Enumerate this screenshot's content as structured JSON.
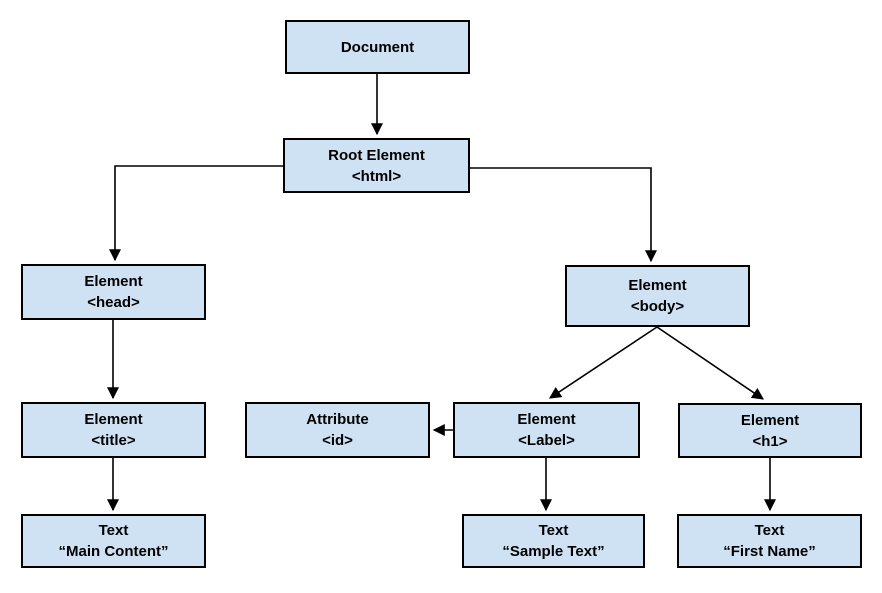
{
  "diagram": {
    "description": "DOM tree diagram",
    "colors": {
      "box_fill": "#cfe2f3",
      "box_border": "#000000",
      "arrow": "#000000",
      "background": "#ffffff",
      "text": "#000000"
    },
    "nodes": {
      "document": {
        "line1": "Document",
        "line2": ""
      },
      "root": {
        "line1": "Root Element",
        "line2": "<html>"
      },
      "head": {
        "line1": "Element",
        "line2": "<head>"
      },
      "body": {
        "line1": "Element",
        "line2": "<body>"
      },
      "title": {
        "line1": "Element",
        "line2": "<title>"
      },
      "attribute_id": {
        "line1": "Attribute",
        "line2": "<id>"
      },
      "label": {
        "line1": "Element",
        "line2": "<Label>"
      },
      "h1": {
        "line1": "Element",
        "line2": "<h1>"
      },
      "text_main": {
        "line1": "Text",
        "line2": "“Main Content”"
      },
      "text_sample": {
        "line1": "Text",
        "line2": "“Sample Text”"
      },
      "text_first": {
        "line1": "Text",
        "line2": "“First Name”"
      }
    }
  }
}
